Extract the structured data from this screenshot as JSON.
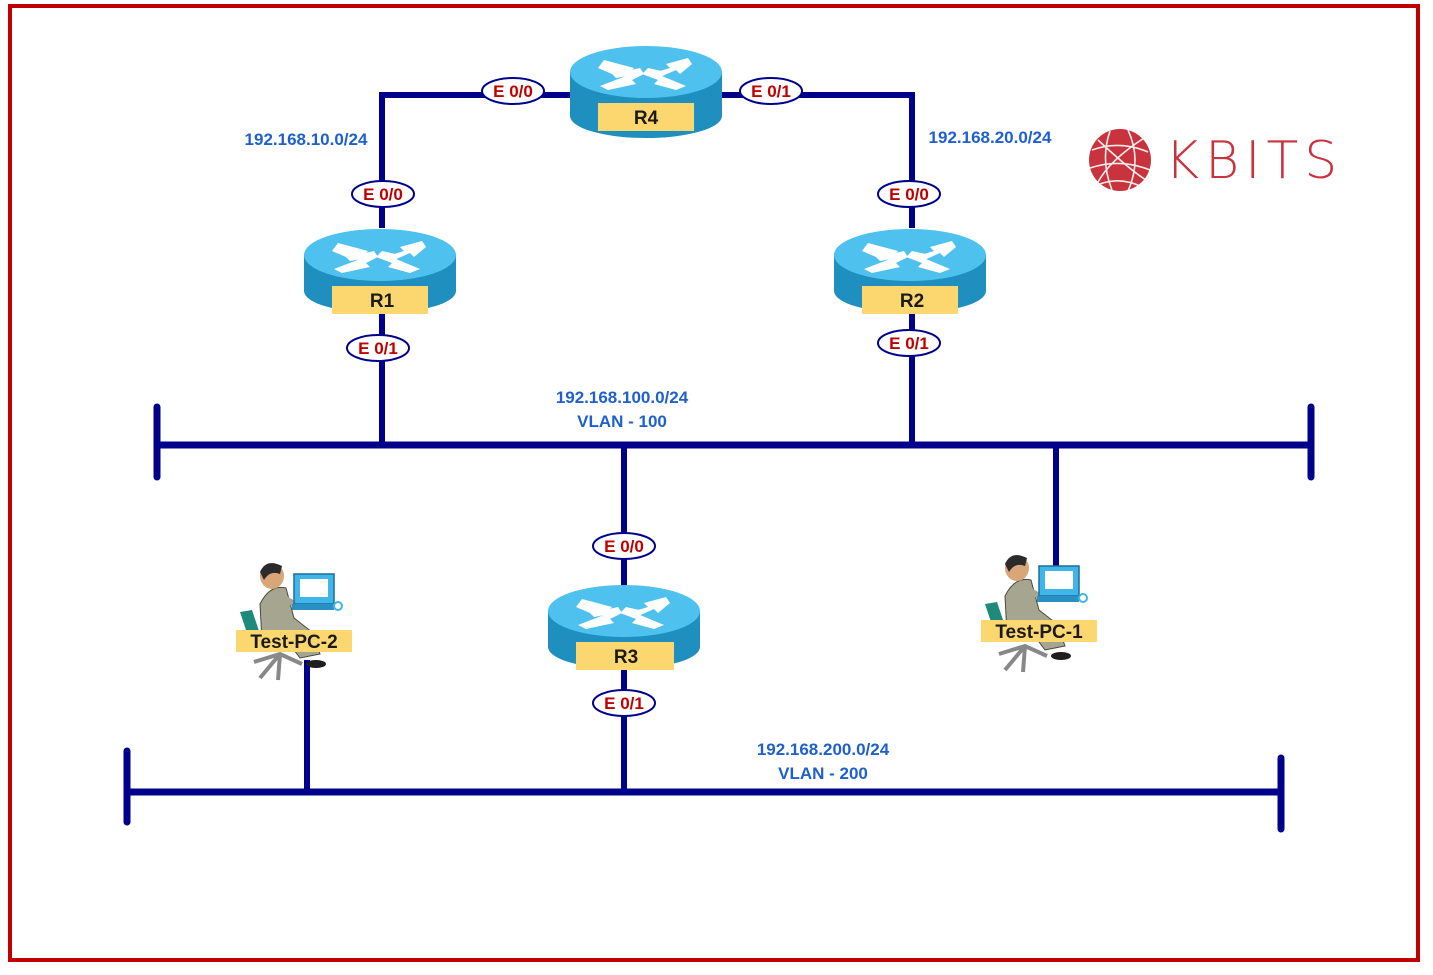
{
  "diagram": {
    "title": "Network topology",
    "logo": {
      "text": "KBITS",
      "color": "#c8333d"
    },
    "colors": {
      "frame": "#c00000",
      "link": "#00008b",
      "interface_text": "#c00000",
      "network_text": "#1f5fcf",
      "router_top": "#4fc1ef",
      "router_side": "#1e8fbf",
      "label_bg": "#fcd770"
    },
    "routers": [
      {
        "id": "R4",
        "label": "R4"
      },
      {
        "id": "R1",
        "label": "R1"
      },
      {
        "id": "R2",
        "label": "R2"
      },
      {
        "id": "R3",
        "label": "R3"
      }
    ],
    "hosts": [
      {
        "id": "Test-PC-2",
        "label": "Test-PC-2"
      },
      {
        "id": "Test-PC-1",
        "label": "Test-PC-1"
      }
    ],
    "interfaces": {
      "r4_e00": "E 0/0",
      "r4_e01": "E 0/1",
      "r1_e00": "E 0/0",
      "r1_e01": "E 0/1",
      "r2_e00": "E 0/0",
      "r2_e01": "E 0/1",
      "r3_e00": "E 0/0",
      "r3_e01": "E 0/1"
    },
    "networks": {
      "r1_r4": "192.168.10.0/24",
      "r2_r4": "192.168.20.0/24",
      "vlan100_subnet": "192.168.100.0/24",
      "vlan100_name": "VLAN - 100",
      "vlan200_subnet": "192.168.200.0/24",
      "vlan200_name": "VLAN - 200"
    },
    "links": [
      {
        "from": "R1:E 0/0",
        "to": "R4:E 0/0",
        "network": "192.168.10.0/24"
      },
      {
        "from": "R2:E 0/0",
        "to": "R4:E 0/1",
        "network": "192.168.20.0/24"
      },
      {
        "from": "R1:E 0/1",
        "to": "VLAN 100 bus",
        "network": "192.168.100.0/24"
      },
      {
        "from": "R2:E 0/1",
        "to": "VLAN 100 bus",
        "network": "192.168.100.0/24"
      },
      {
        "from": "R3:E 0/0",
        "to": "VLAN 100 bus",
        "network": "192.168.100.0/24"
      },
      {
        "from": "Test-PC-1",
        "to": "VLAN 100 bus",
        "network": "192.168.100.0/24"
      },
      {
        "from": "R3:E 0/1",
        "to": "VLAN 200 bus",
        "network": "192.168.200.0/24"
      },
      {
        "from": "Test-PC-2",
        "to": "VLAN 200 bus",
        "network": "192.168.200.0/24"
      }
    ]
  }
}
